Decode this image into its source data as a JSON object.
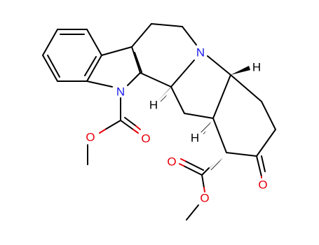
{
  "colors": {
    "carbon": "#000000",
    "nitrogen": "#1a1aee",
    "oxygen": "#e8000b",
    "hydrogen": "#000000",
    "background": "#ffffff"
  },
  "labels": {
    "n_indole": "N",
    "n_quinolizidine": "N",
    "h_c3": "H",
    "h_c15": "H",
    "h_c20": "H",
    "o_carbamate_carbonyl": "O",
    "o_carbamate_ether": "O",
    "o_ester_carbonyl": "O",
    "o_ester_ether": "O",
    "o_ketone": "O"
  }
}
